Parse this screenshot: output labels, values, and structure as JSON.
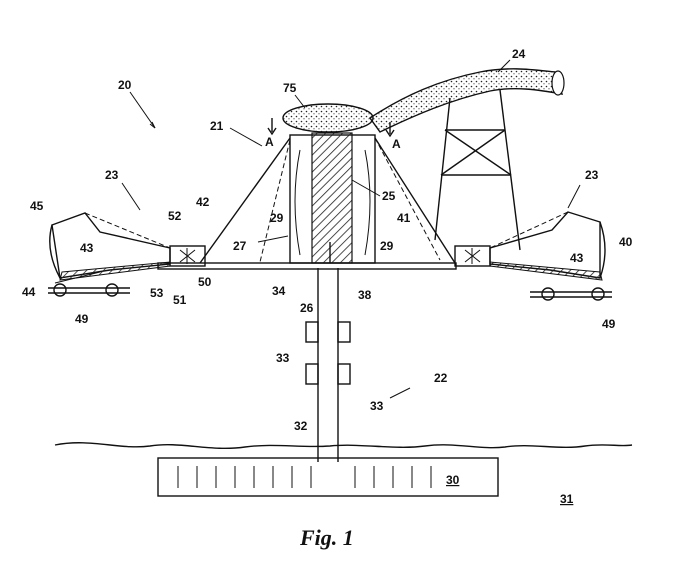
{
  "figure": {
    "caption": "Fig. 1",
    "labels": {
      "l20": "20",
      "l21": "21",
      "l22": "22",
      "l23a": "23",
      "l23b": "23",
      "l24": "24",
      "l25": "25",
      "l26": "26",
      "l27": "27",
      "l29a": "29",
      "l29b": "29",
      "l30": "30",
      "l31": "31",
      "l32": "32",
      "l33a": "33",
      "l33b": "33",
      "l34": "34",
      "l38": "38",
      "l40": "40",
      "l41": "41",
      "l42": "42",
      "l43a": "43",
      "l43b": "43",
      "l44": "44",
      "l45": "45",
      "l49a": "49",
      "l49b": "49",
      "l50": "50",
      "l51": "51",
      "l52": "52",
      "l53": "53",
      "l75": "75",
      "lAa": "A",
      "lAb": "A"
    }
  }
}
